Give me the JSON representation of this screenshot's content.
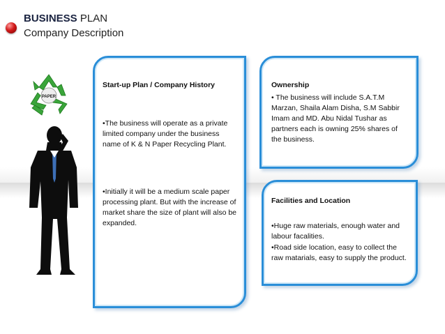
{
  "header": {
    "title_bold": "BUSINESS",
    "title_rest": " PLAN",
    "subtitle": "Company Description"
  },
  "logo": {
    "label": "PAPER"
  },
  "startup": {
    "heading": "Start-up Plan / Company History",
    "para1": "•The business will operate as a private limited company under the business name of K & N Paper Recycling Plant.",
    "para2": "•Initially it will be a medium scale paper processing plant. But with the increase of market share the size of plant will also be expanded."
  },
  "ownership": {
    "heading": "Ownership",
    "para1": "• The business will include S.A.T.M Marzan, Shaila Alam Disha, S.M Sabbir Imam and MD. Abu Nidal Tushar as partners each is owning 25% shares of the business."
  },
  "facilities": {
    "heading": "Facilities and Location",
    "para1": "•Huge raw  materials, enough water and labour  facalities.",
    "para2": "•Road side location, easy to collect the raw matarials, easy to supply the product."
  },
  "colors": {
    "card_border": "#2a8ed8",
    "bullet": "#d21a1a",
    "recycle_green": "#3aa53a"
  }
}
